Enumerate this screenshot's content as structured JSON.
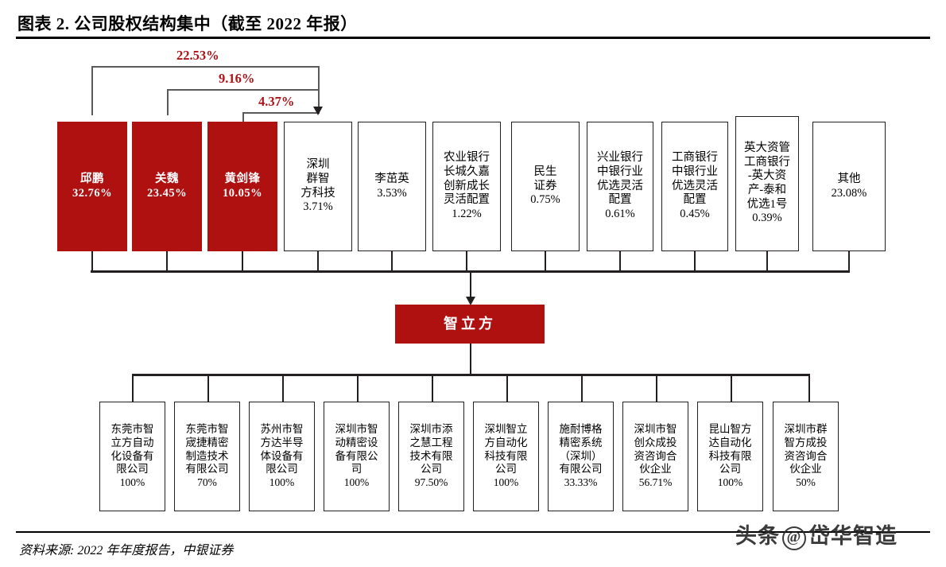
{
  "header": {
    "title": "图表 2. 公司股权结构集中（截至 2022 年报）"
  },
  "footer": {
    "source": "资料来源: 2022 年年度报告，中银证券",
    "watermark_left": "头条",
    "watermark_at": "@",
    "watermark_right": "岱华智造"
  },
  "colors": {
    "accent_red": "#af1010",
    "label_red": "#b01116",
    "line": "#231f20"
  },
  "cross_holdings": [
    {
      "name": "cross-1",
      "value": "22.53%"
    },
    {
      "name": "cross-2",
      "value": "9.16%"
    },
    {
      "name": "cross-3",
      "value": "4.37%"
    }
  ],
  "shareholders": [
    {
      "label": "邱鹏\n32.76%",
      "name": "邱鹏",
      "pct": "32.76%",
      "highlight": true
    },
    {
      "label": "关魏\n23.45%",
      "name": "关魏",
      "pct": "23.45%",
      "highlight": true
    },
    {
      "label": "黄剑锋\n10.05%",
      "name": "黄剑锋",
      "pct": "10.05%",
      "highlight": true
    },
    {
      "label": "深圳\n群智\n方科技\n3.71%",
      "name": "深圳群智方科技",
      "pct": "3.71%",
      "highlight": false
    },
    {
      "label": "李茁英\n3.53%",
      "name": "李茁英",
      "pct": "3.53%",
      "highlight": false
    },
    {
      "label": "农业银行\n长城久嘉\n创新成长\n灵活配置\n1.22%",
      "name": "农业银行长城久嘉创新成长灵活配置",
      "pct": "1.22%",
      "highlight": false
    },
    {
      "label": "民生\n证券\n0.75%",
      "name": "民生证券",
      "pct": "0.75%",
      "highlight": false
    },
    {
      "label": "兴业银行\n中银行业\n优选灵活\n配置\n0.61%",
      "name": "兴业银行中银行业优选灵活配置",
      "pct": "0.61%",
      "highlight": false
    },
    {
      "label": "工商银行\n中银行业\n优选灵活\n配置\n0.45%",
      "name": "工商银行中银行业优选灵活配置",
      "pct": "0.45%",
      "highlight": false
    },
    {
      "label": "英大资管\n工商银行\n-英大资\n产-泰和\n优选1号\n0.39%",
      "name": "英大资管工商银行-英大资产-泰和优选1号",
      "pct": "0.39%",
      "highlight": false
    },
    {
      "label": "其他\n23.08%",
      "name": "其他",
      "pct": "23.08%",
      "highlight": false
    }
  ],
  "company": {
    "label": "智立方"
  },
  "subsidiaries": [
    {
      "label": "东莞市智\n立方自动\n化设备有\n限公司\n100%",
      "name": "东莞市智立方自动化设备有限公司",
      "pct": "100%"
    },
    {
      "label": "东莞市智\n宬捷精密\n制造技术\n有限公司\n70%",
      "name": "东莞市智宬捷精密制造技术有限公司",
      "pct": "70%"
    },
    {
      "label": "苏州市智\n方达半导\n体设备有\n限公司\n100%",
      "name": "苏州市智方达半导体设备有限公司",
      "pct": "100%"
    },
    {
      "label": "深圳市智\n动精密设\n备有限公\n司\n100%",
      "name": "深圳市智动精密设备有限公司",
      "pct": "100%"
    },
    {
      "label": "深圳市添\n之慧工程\n技术有限\n公司\n97.50%",
      "name": "深圳市添之慧工程技术有限公司",
      "pct": "97.50%"
    },
    {
      "label": "深圳智立\n方自动化\n科技有限\n公司\n100%",
      "name": "深圳智立方自动化科技有限公司",
      "pct": "100%"
    },
    {
      "label": "施耐博格\n精密系统\n（深圳）\n有限公司\n33.33%",
      "name": "施耐博格精密系统（深圳）有限公司",
      "pct": "33.33%"
    },
    {
      "label": "深圳市智\n创众成投\n资咨询合\n伙企业\n56.71%",
      "name": "深圳市智创众成投资咨询合伙企业",
      "pct": "56.71%"
    },
    {
      "label": "昆山智方\n达自动化\n科技有限\n公司\n100%",
      "name": "昆山智方达自动化科技有限公司",
      "pct": "100%"
    },
    {
      "label": "深圳市群\n智方成投\n资咨询合\n伙企业\n50%",
      "name": "深圳市群智方成投资咨询合伙企业",
      "pct": "50%"
    }
  ]
}
